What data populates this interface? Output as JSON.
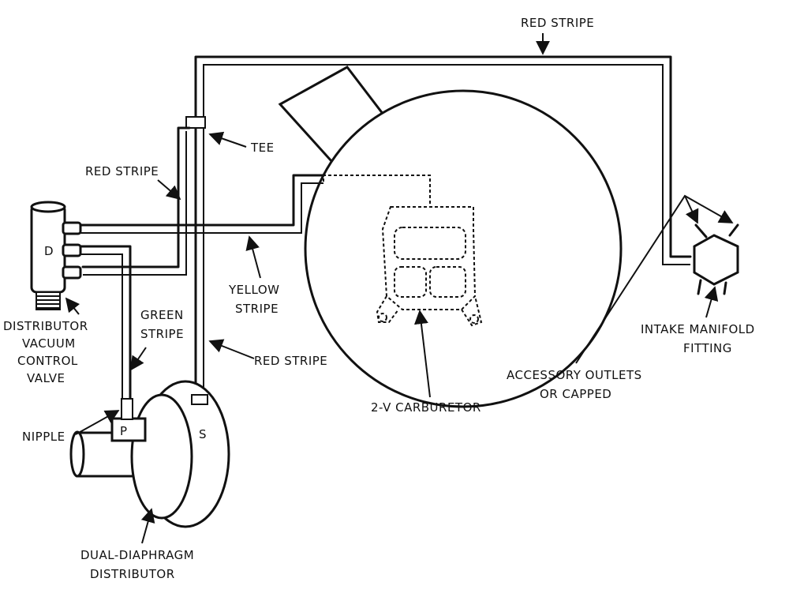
{
  "labels": {
    "red_stripe_top": "RED STRIPE",
    "tee": "TEE",
    "red_stripe_left": "RED STRIPE",
    "yellow_stripe_1": "YELLOW",
    "yellow_stripe_2": "STRIPE",
    "green_stripe_1": "GREEN",
    "green_stripe_2": "STRIPE",
    "red_stripe_mid": "RED STRIPE",
    "valve_1": "DISTRIBUTOR",
    "valve_2": "VACUUM",
    "valve_3": "CONTROL",
    "valve_4": "VALVE",
    "valve_port": "D",
    "nipple": "NIPPLE",
    "dist_port_p": "P",
    "dist_port_s": "S",
    "dist_1": "DUAL-DIAPHRAGM",
    "dist_2": "DISTRIBUTOR",
    "carburetor": "2-V CARBURETOR",
    "intake_1": "INTAKE MANIFOLD",
    "intake_2": "FITTING",
    "accessory_1": "ACCESSORY OUTLETS",
    "accessory_2": "OR CAPPED"
  }
}
